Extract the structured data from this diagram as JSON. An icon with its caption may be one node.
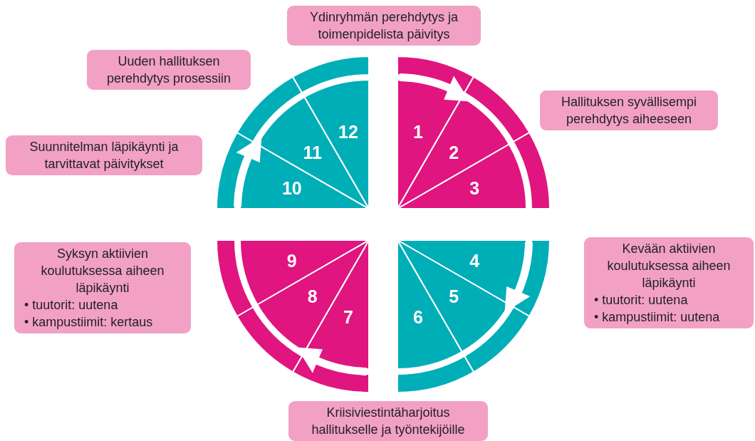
{
  "diagram": {
    "nodes": [
      {
        "text": [
          "Ydinryhmän perehdytys ja toimenpidelista päivitys"
        ]
      },
      {
        "text": [
          "Uuden hallituksen perehdytys prosessiin"
        ]
      },
      {
        "text": [
          "Hallituksen syvällisempi perehdytys aiheeseen"
        ]
      },
      {
        "text": [
          "Suunnitelman läpikäynti ja tarvittavat päivitykset"
        ]
      },
      {
        "text": [
          "Syksyn aktiivien koulutuksessa aiheen läpikäynti",
          "• tuutorit: uutena",
          "• kampustiimit: kertaus"
        ]
      },
      {
        "text": [
          "Kevään aktiivien koulutuksessa aiheen läpikäynti",
          "• tuutorit: uutena",
          "• kampustiimit: uutena"
        ]
      },
      {
        "text": [
          "Kriisiviestintäharjoitus hallitukselle ja työntekijöille"
        ]
      },
      {
        "text": [
          "1"
        ]
      },
      {
        "text": [
          "2"
        ]
      },
      {
        "text": [
          "3"
        ]
      },
      {
        "text": [
          "4"
        ]
      },
      {
        "text": [
          "5"
        ]
      },
      {
        "text": [
          "6"
        ]
      },
      {
        "text": [
          "7"
        ]
      },
      {
        "text": [
          "8"
        ]
      },
      {
        "text": [
          "9"
        ]
      },
      {
        "text": [
          "10"
        ]
      },
      {
        "text": [
          "11"
        ]
      },
      {
        "text": [
          "12"
        ]
      }
    ]
  }
}
